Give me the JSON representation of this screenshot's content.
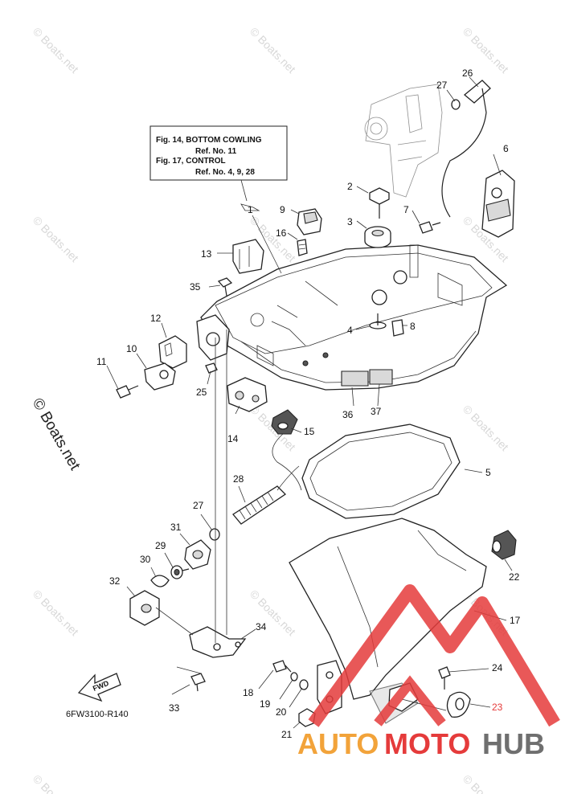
{
  "reference_box": {
    "line1": "Fig. 14, BOTTOM COWLING",
    "line2": "Ref. No. 11",
    "line3": "Fig. 17, CONTROL",
    "line4": "Ref. No. 4, 9, 28"
  },
  "side_watermark": "© Boats.net",
  "faint_watermark": "© Boats.net",
  "diagram_code": "6FW3100-R140",
  "fwd_label": "FWD",
  "brand": {
    "part1": "AUTO",
    "part2": "MOTO",
    "part3": "HUB"
  },
  "callouts": [
    "1",
    "2",
    "3",
    "4",
    "5",
    "6",
    "7",
    "8",
    "9",
    "10",
    "11",
    "12",
    "13",
    "14",
    "15",
    "16",
    "17",
    "18",
    "19",
    "20",
    "21",
    "22",
    "23",
    "24",
    "25",
    "26",
    "27",
    "27",
    "28",
    "29",
    "30",
    "31",
    "32",
    "33",
    "34",
    "35",
    "36",
    "37"
  ],
  "colors": {
    "brand_orange": "#f2a33a",
    "brand_gray": "#6f6f6f",
    "brand_red": "#e53b3b",
    "watermark": "#d8d8d8"
  }
}
